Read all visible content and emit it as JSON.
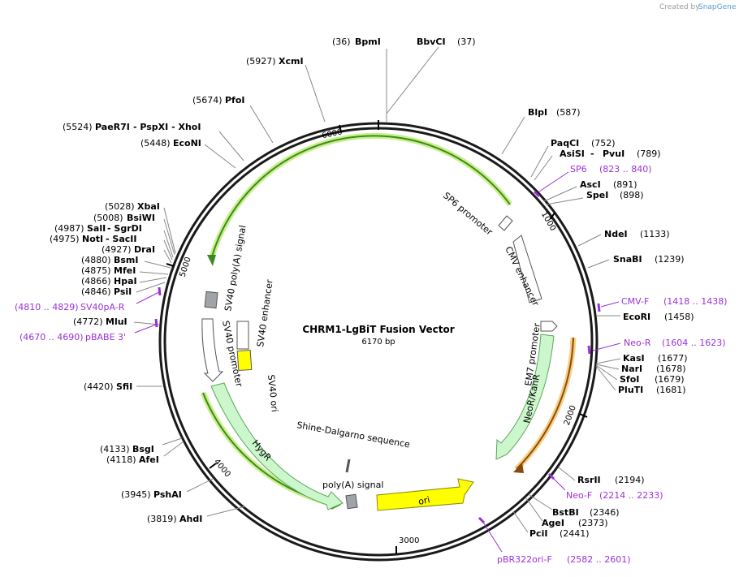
{
  "credit": {
    "prefix": "Created by",
    "brand": "SnapGene"
  },
  "map": {
    "name": "CHRM1-LgBiT Fusion Vector",
    "length": "6170 bp"
  },
  "ticks": [
    "1000",
    "2000",
    "3000",
    "4000",
    "5000",
    "6000"
  ],
  "enzymes_right": [
    {
      "name": "BbvCI",
      "pos": "(37)"
    },
    {
      "name": "BlpI",
      "pos": "(587)"
    },
    {
      "name": "PaqCI",
      "pos": "(752)"
    },
    {
      "name": "AsiSI",
      "sep": " - ",
      "name2": "PvuI",
      "pos": "(789)"
    },
    {
      "name": "AscI",
      "pos": "(891)"
    },
    {
      "name": "SpeI",
      "pos": "(898)"
    },
    {
      "name": "NdeI",
      "pos": "(1133)"
    },
    {
      "name": "SnaBI",
      "pos": "(1239)"
    },
    {
      "name": "EcoRI",
      "pos": "(1458)"
    },
    {
      "name": "KasI",
      "pos": "(1677)"
    },
    {
      "name": "NarI",
      "pos": "(1678)"
    },
    {
      "name": "SfoI",
      "pos": "(1679)"
    },
    {
      "name": "PluTI",
      "pos": "(1681)"
    },
    {
      "name": "RsrII",
      "pos": "(2194)"
    },
    {
      "name": "BstBI",
      "pos": "(2346)"
    },
    {
      "name": "AgeI",
      "pos": "(2373)"
    },
    {
      "name": "PciI",
      "pos": "(2441)"
    }
  ],
  "enzymes_left": [
    {
      "name": "BpmI",
      "pos": "(36)"
    },
    {
      "name": "XcmI",
      "pos": "(5927)"
    },
    {
      "name": "PfoI",
      "pos": "(5674)"
    },
    {
      "name": "PaeR7I",
      "extra": " - PspXI - XhoI",
      "pos": "(5524)"
    },
    {
      "name": "EcoNI",
      "pos": "(5448)"
    },
    {
      "name": "XbaI",
      "pos": "(5028)"
    },
    {
      "name": "BsiWI",
      "pos": "(5008)"
    },
    {
      "name": "SalI",
      "extra": " - SgrDI",
      "pos": "(4987)"
    },
    {
      "name": "NotI",
      "extra": " - SacII",
      "pos": "(4975)"
    },
    {
      "name": "DraI",
      "pos": "(4927)"
    },
    {
      "name": "BsmI",
      "pos": "(4880)"
    },
    {
      "name": "MfeI",
      "pos": "(4875)"
    },
    {
      "name": "HpaI",
      "pos": "(4866)"
    },
    {
      "name": "PsiI",
      "pos": "(4846)"
    },
    {
      "name": "MluI",
      "pos": "(4772)"
    },
    {
      "name": "SfiI",
      "pos": "(4420)"
    },
    {
      "name": "BsgI",
      "pos": "(4133)"
    },
    {
      "name": "AfeI",
      "pos": "(4118)"
    },
    {
      "name": "PshAI",
      "pos": "(3945)"
    },
    {
      "name": "AhdI",
      "pos": "(3819)"
    }
  ],
  "primers": [
    {
      "name": "SP6",
      "range": "(823 .. 840)"
    },
    {
      "name": "CMV-F",
      "range": "(1418 .. 1438)"
    },
    {
      "name": "Neo-R",
      "range": "(1604 .. 1623)"
    },
    {
      "name": "Neo-F",
      "range": "(2214 .. 2233)"
    },
    {
      "name": "pBR322ori-F",
      "range": "(2582 .. 2601)"
    },
    {
      "name": "SV40pA-R",
      "range": "(4810 .. 4829)"
    },
    {
      "name": "pBABE 3'",
      "range": "(4670 .. 4690)"
    }
  ],
  "features": {
    "sp6_promoter": "SP6 promoter",
    "cmv_enhancer": "CMV enhancer",
    "em7_promoter": "EM7 promoter",
    "neor": "NeoR/KanR",
    "shine": "Shine-Dalgarno sequence",
    "polya": "poly(A) signal",
    "ori": "ori",
    "hygr": "HygR",
    "sv40_promoter": "SV40 promoter",
    "sv40_enhancer": "SV40 enhancer",
    "sv40_ori": "SV40 ori",
    "sv40_polya": "SV40 poly(A) signal"
  },
  "colors": {
    "ring": "#1a1a1a",
    "primer": "#9b30d9",
    "orf_fill": "#ccf7cc",
    "orf_stroke": "#5aa55a",
    "ori_fill": "#ffff00",
    "gene_arc": "#3d8a1e",
    "gene_glow": "#c9ef8a",
    "orange_arc": "#8b4a0a",
    "orange_glow": "#f7cf86",
    "gray_box": "#a0a4a8"
  }
}
